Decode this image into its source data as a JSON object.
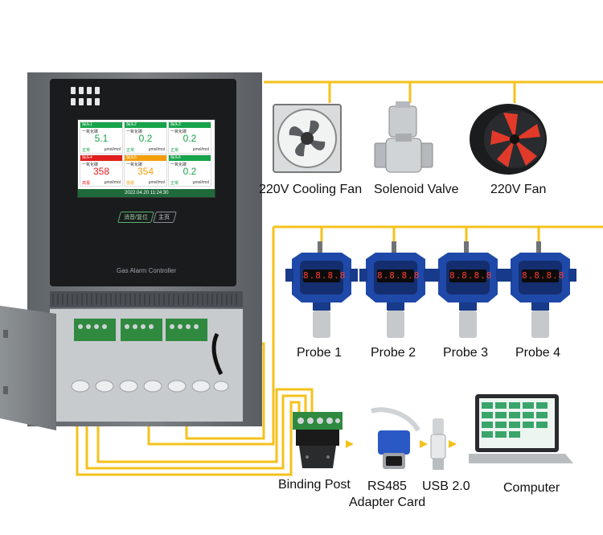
{
  "controller": {
    "panel_label": "Gas Alarm Controller",
    "screen": {
      "channels": [
        {
          "header": "探头1",
          "status": "一氧化碳",
          "value": "5.1",
          "state": "正常",
          "unit": "μmol/mol",
          "color": "#16a34a"
        },
        {
          "header": "探头2",
          "status": "一氧化碳",
          "value": "0.2",
          "state": "正常",
          "unit": "μmol/mol",
          "color": "#16a34a"
        },
        {
          "header": "探头3",
          "status": "一氧化碳",
          "value": "0.2",
          "state": "正常",
          "unit": "μmol/mol",
          "color": "#16a34a"
        },
        {
          "header": "探头4",
          "status": "一氧化碳",
          "value": "358",
          "state": "高报",
          "unit": "μmol/mol",
          "color": "#e11d1d"
        },
        {
          "header": "探头5",
          "status": "一氧化碳",
          "value": "354",
          "state": "低报",
          "unit": "μmol/mol",
          "color": "#f59e0b"
        },
        {
          "header": "探头6",
          "status": "一氧化碳",
          "value": "0.2",
          "state": "正常",
          "unit": "μmol/mol",
          "color": "#16a34a"
        }
      ],
      "datetime": "2022.04.20 11:24:30"
    },
    "buttons": [
      "消音/复位",
      "主页"
    ]
  },
  "devices": {
    "cooling_fan": "220V Cooling Fan",
    "solenoid_valve": "Solenoid Valve",
    "fan": "220V Fan"
  },
  "probes": {
    "labels": [
      "Probe 1",
      "Probe 2",
      "Probe 3",
      "Probe 4"
    ],
    "display_value": "8.8.8.8"
  },
  "accessories": {
    "binding_post": "Binding Post",
    "rs485_line1": "RS485",
    "rs485_line2": "Adapter Card",
    "usb": "USB 2.0",
    "computer": "Computer"
  },
  "colors": {
    "wire": "#f5c21b",
    "housing": "#6f7377",
    "probe_blue": "#1f49a8"
  }
}
